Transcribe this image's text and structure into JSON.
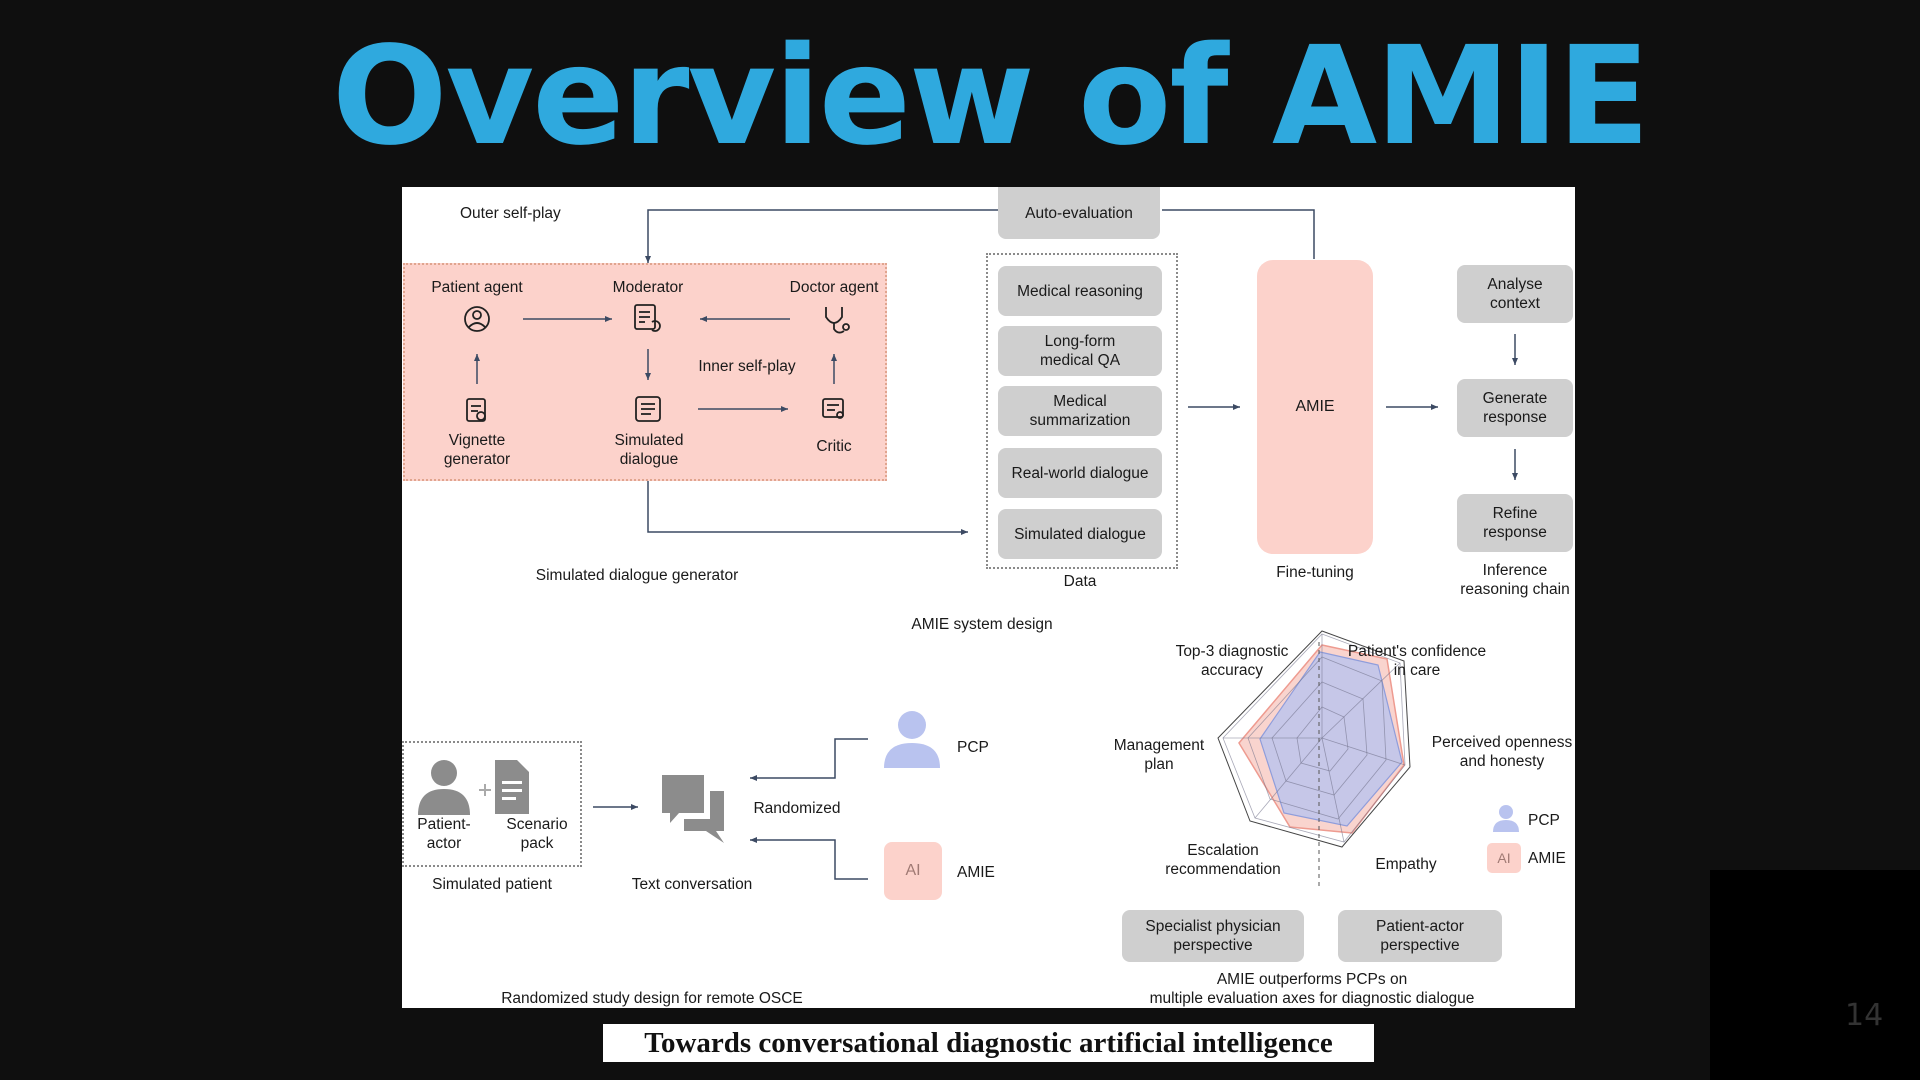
{
  "slide": {
    "title": "Overview of AMIE",
    "caption": "Towards conversational diagnostic artificial intelligence",
    "page_number": "14"
  },
  "system_design": {
    "outer_label": "Outer self-play",
    "auto_evaluation": "Auto-evaluation",
    "patient_agent": "Patient agent",
    "moderator": "Moderator",
    "doctor_agent": "Doctor agent",
    "inner_label": "Inner self-play",
    "vignette_line1": "Vignette",
    "vignette_line2": "generator",
    "simulated_line1": "Simulated",
    "simulated_line2": "dialogue",
    "critic": "Critic",
    "generator_label": "Simulated dialogue generator",
    "data_items": [
      {
        "line1": "Medical reasoning",
        "line2": ""
      },
      {
        "line1": "Long-form",
        "line2": "medical QA"
      },
      {
        "line1": "Medical",
        "line2": "summarization"
      },
      {
        "line1": "Real-world dialogue",
        "line2": ""
      },
      {
        "line1": "Simulated dialogue",
        "line2": ""
      }
    ],
    "data_label": "Data",
    "amie": "AMIE",
    "finetuning_label": "Fine-tuning",
    "inference_items": [
      {
        "line1": "Analyse",
        "line2": "context"
      },
      {
        "line1": "Generate",
        "line2": "response"
      },
      {
        "line1": "Refine",
        "line2": "response"
      }
    ],
    "inference_label_line1": "Inference",
    "inference_label_line2": "reasoning chain",
    "section_label": "AMIE system design"
  },
  "study_design": {
    "patient_actor_line1": "Patient-",
    "patient_actor_line2": "actor",
    "scenario_line1": "Scenario",
    "scenario_line2": "pack",
    "simulated_patient": "Simulated patient",
    "text_conversation": "Text conversation",
    "randomized": "Randomized",
    "pcp": "PCP",
    "amie": "AMIE",
    "ai_badge": "AI",
    "section_label": "Randomized study design for remote OSCE"
  },
  "radar": {
    "axes": [
      {
        "line1": "Top-3 diagnostic",
        "line2": "accuracy"
      },
      {
        "line1": "Patient's confidence",
        "line2": "in care"
      },
      {
        "line1": "Perceived openness",
        "line2": "and honesty"
      },
      {
        "line1": "Empathy",
        "line2": ""
      },
      {
        "line1": "Escalation",
        "line2": "recommendation"
      },
      {
        "line1": "Management",
        "line2": "plan"
      }
    ],
    "legend_pcp": "PCP",
    "legend_amie": "AMIE",
    "legend_ai": "AI",
    "specialist_line1": "Specialist physician",
    "specialist_line2": "perspective",
    "patient_actor_line1": "Patient-actor",
    "patient_actor_line2": "perspective",
    "footer_line1": "AMIE outperforms PCPs on",
    "footer_line2": "multiple evaluation axes for diagnostic dialogue",
    "colors": {
      "pcp": "#b9c3ef",
      "amie": "#f7c5bd"
    }
  }
}
